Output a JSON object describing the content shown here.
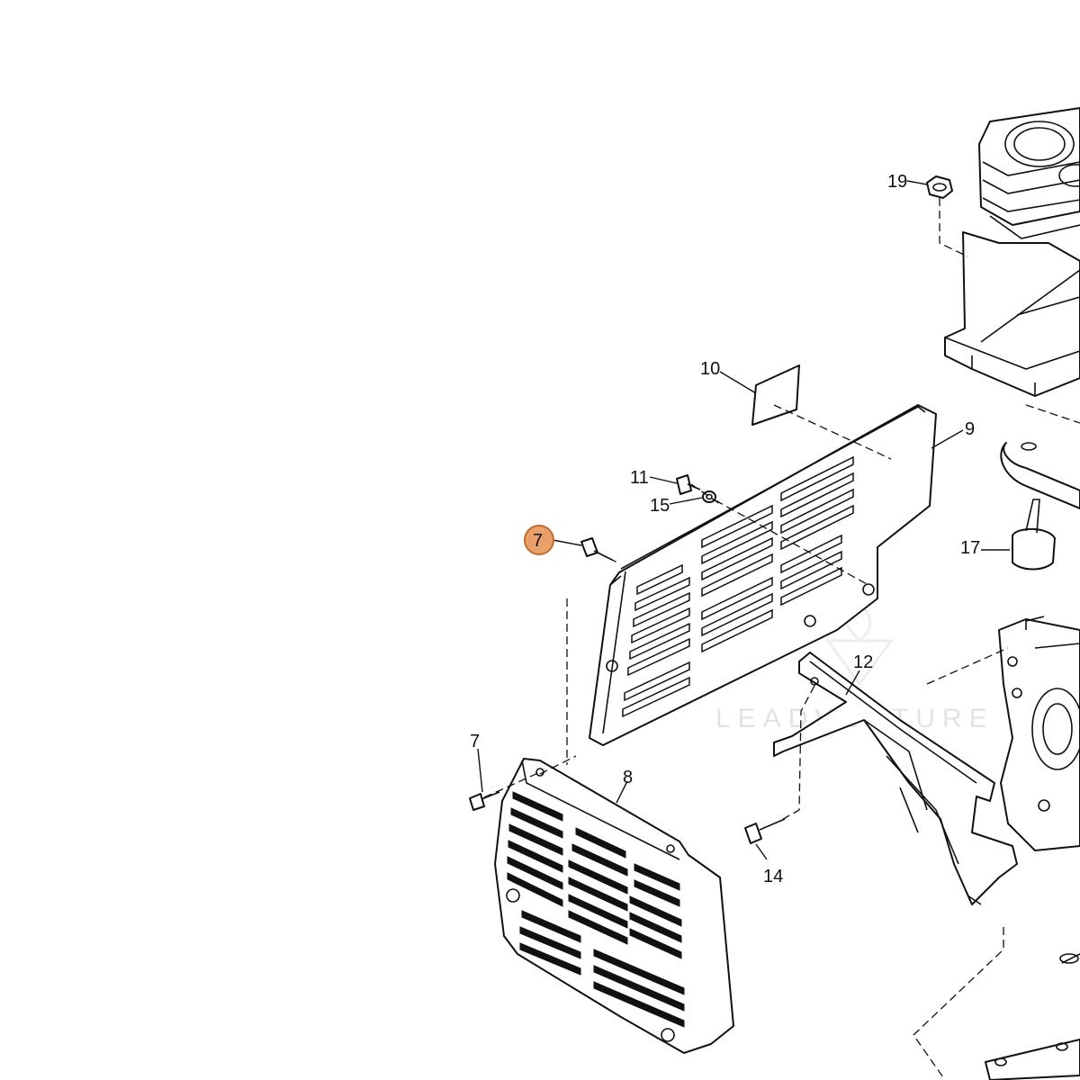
{
  "diagram": {
    "callouts": {
      "c7_highlight": "7",
      "c7": "7",
      "c8": "8",
      "c9": "9",
      "c10": "10",
      "c11": "11",
      "c12": "12",
      "c14": "14",
      "c15": "15",
      "c17": "17",
      "c19": "19"
    },
    "highlight_color": "#e9a06a",
    "watermark": "LEADVENTURE",
    "parts": [
      "bolt",
      "cover",
      "side-panel",
      "label",
      "bolt",
      "bracket",
      "bolt",
      "washer",
      "rubber-mount",
      "nut"
    ]
  }
}
